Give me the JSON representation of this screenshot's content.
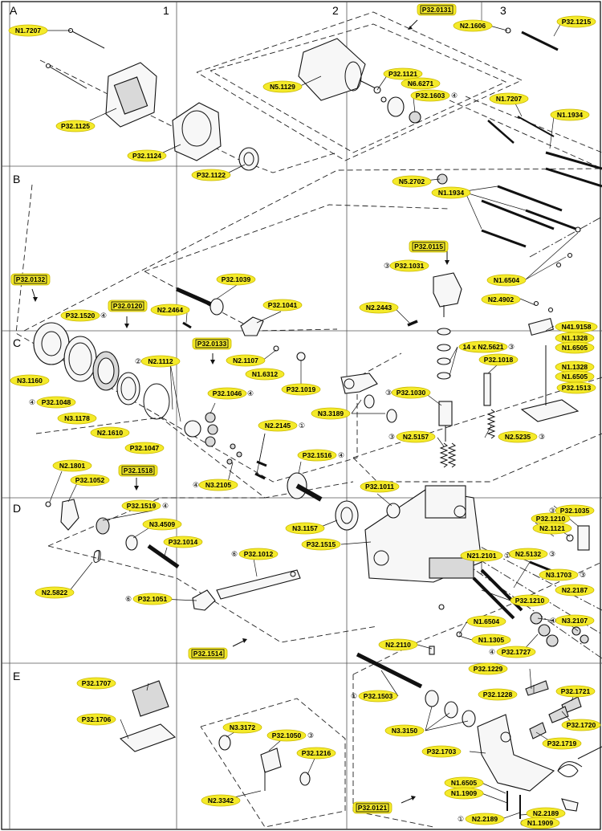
{
  "grid": {
    "columns": [
      "1",
      "2",
      "3"
    ],
    "rows": [
      "A",
      "B",
      "C",
      "D",
      "E"
    ]
  },
  "group_tags": [
    "P32.0131",
    "P32.0132",
    "P32.0120",
    "P32.0133",
    "P32.0115",
    "P32.1518",
    "P32.1514",
    "P32.0121"
  ],
  "callouts": {
    "c01": "N1.7207",
    "c02": "P32.1125",
    "c03": "P32.1124",
    "c04": "P32.1122",
    "c05": "N5.1129",
    "c06": "P32.1121",
    "c07": "N6.6271",
    "c08": "P32.1603",
    "c09": "N2.1606",
    "c10": "P32.1215",
    "c11": "N1.7207",
    "c12": "N1.1934",
    "c13": "N5.2702",
    "c14": "N1.1934",
    "c15": "P32.1039",
    "c16": "P32.1520",
    "c17": "N2.2464",
    "c18": "P32.1041",
    "c19": "N2.1107",
    "c20": "N1.6312",
    "c21": "P32.1019",
    "c22": "N2.1112",
    "c23": "P32.1031",
    "c24": "N2.2443",
    "c25": "N1.6504",
    "c26": "N2.4902",
    "c27": "N41.9158",
    "c28": "N1.1328",
    "c29": "N1.6505",
    "c30": "N1.1328",
    "c31": "N1.6505",
    "c32": "P32.1513",
    "c33": "N3.1160",
    "c34": "P32.1048",
    "c35": "N3.1178",
    "c36": "N2.1610",
    "c37": "P32.1047",
    "c38": "P32.1046",
    "c39": "N3.3189",
    "c40": "P32.1030",
    "c41": "14 x N2.5621",
    "c42": "P32.1018",
    "c43": "N2.5157",
    "c44": "N2.5235",
    "c45": "N2.2145",
    "c46": "N3.2105",
    "c47": "P32.1516",
    "c48": "N2.1801",
    "c49": "P32.1052",
    "c50": "P32.1519",
    "c51": "N3.4509",
    "c52": "P32.1014",
    "c53": "P32.1011",
    "c54": "N3.1157",
    "c55": "P32.1515",
    "c56": "P32.1035",
    "c57": "P32.1210",
    "c58": "N2.1121",
    "c59": "N2.5132",
    "c60": "N3.1703",
    "c61": "N2.5822",
    "c62": "P32.1051",
    "c63": "P32.1012",
    "c64": "N21.2101",
    "c65": "N2.2187",
    "c66": "P32.1210",
    "c67": "N1.6504",
    "c68": "N3.2107",
    "c69": "N1.1305",
    "c70": "N2.2110",
    "c71": "P32.1727",
    "c72": "P32.1229",
    "c73": "P32.1707",
    "c74": "P32.1706",
    "c75": "P32.1503",
    "c76": "P32.1228",
    "c77": "P32.1721",
    "c78": "P32.1720",
    "c79": "N3.3150",
    "c80": "P32.1719",
    "c81": "P32.1703",
    "c82": "N3.3172",
    "c83": "P32.1050",
    "c84": "P32.1216",
    "c85": "N2.3342",
    "c86": "N1.6505",
    "c87": "N1.1909",
    "c88": "N2.2189",
    "c89": "N2.2189",
    "c90": "N1.1909"
  },
  "markers": {
    "m1": "④",
    "m2": "④",
    "m3": "③",
    "m4": "②",
    "m5": "④",
    "m6": "④",
    "m7": "③",
    "m8": "③",
    "m9": "③",
    "m10": "①",
    "m11": "④",
    "m12": "④",
    "m13": "④",
    "m14": "③",
    "m15": "⑥",
    "m16": "⑥",
    "m17": "①",
    "m18": "④",
    "m19": "③",
    "m20": "④",
    "m21": "①",
    "m22": "③",
    "m23": "③",
    "m24": "①",
    "m25": "④",
    "m26": "③",
    "m27": "④"
  },
  "colors": {
    "tag_fill": "#f4ea2a",
    "tag_stroke": "#c9b800",
    "line": "#111111",
    "background": "#ffffff"
  }
}
